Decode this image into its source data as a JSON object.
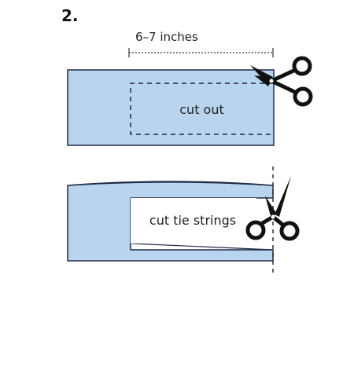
{
  "step": {
    "number_label": "2."
  },
  "measurement": {
    "label": "6–7 inches"
  },
  "panels": {
    "top": {
      "label": "cut out"
    },
    "bottom": {
      "label": "cut tie strings"
    }
  },
  "colors": {
    "fabric_fill": "#b9d4ee",
    "fabric_stroke": "#1f2a44",
    "line_dark": "#1a1a1a",
    "background": "#ffffff"
  },
  "icons": {
    "top_tool": "scissors-icon",
    "bottom_tool": "scissors-icon"
  }
}
